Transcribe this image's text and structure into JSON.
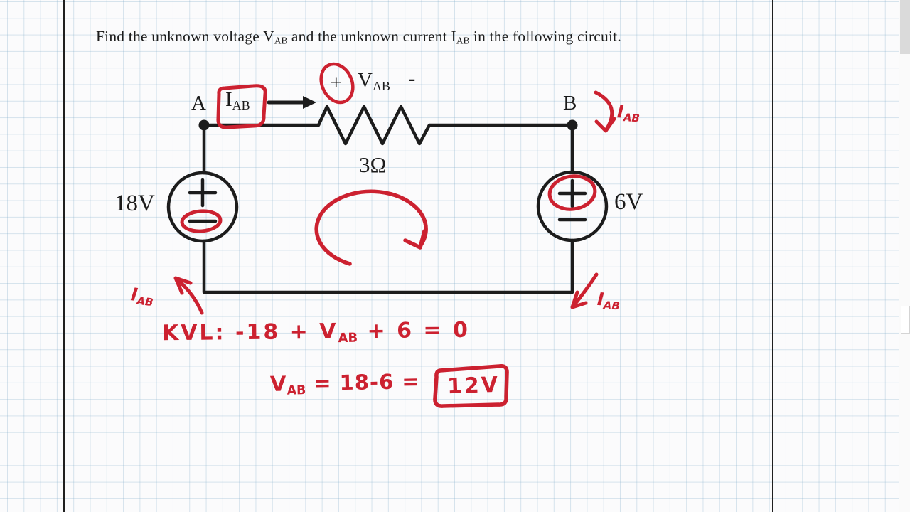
{
  "colors": {
    "ink": "#1c1c1c",
    "annotation_red": "#cc2130",
    "grid_blue": "#d7e4ee",
    "paper": "#fbfbfc"
  },
  "problem": {
    "p1": "Find the unknown voltage V",
    "s1": "AB",
    "p2": " and the unknown current I",
    "s2": "AB",
    "p3": " in the following circuit."
  },
  "circuit": {
    "node_a": "A",
    "node_b": "B",
    "current_main": "I",
    "current_sub": "AB",
    "vab_plus": "+",
    "vab_main": "V",
    "vab_sub": "AB",
    "vab_minus": "-",
    "resistor_value": "3Ω",
    "left_source_value": "18V",
    "right_source_value": "6V"
  },
  "annotations": {
    "iab_right_main": "I",
    "iab_right_sub": "AB",
    "iab_bottom_left_main": "I",
    "iab_bottom_left_sub": "AB",
    "iab_bottom_right_main": "I",
    "iab_bottom_right_sub": "AB",
    "kvl_p1": "KVL: -18 + V",
    "kvl_sub": "AB",
    "kvl_p2": " + 6 = 0",
    "ans_p1": "V",
    "ans_sub": "AB",
    "ans_p2": " = 18-6 =",
    "ans_boxed": "12V"
  }
}
